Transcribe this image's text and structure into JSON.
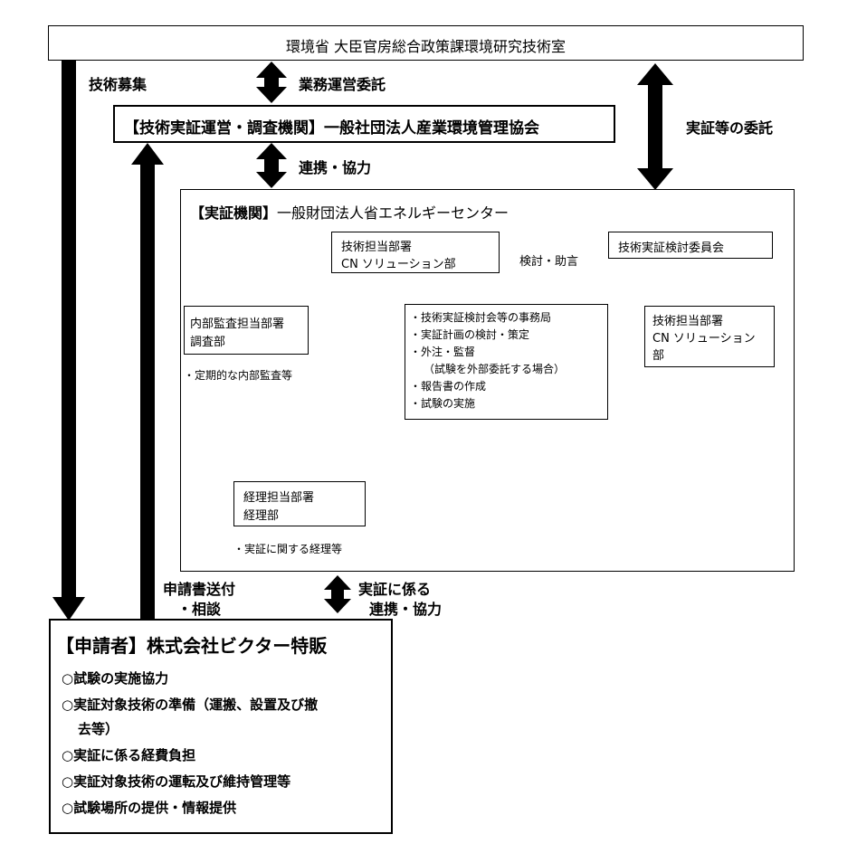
{
  "ministry": {
    "label": "環境省 大臣官房総合政策課環境研究技術室"
  },
  "connectors": {
    "tech_recruit": "技術募集",
    "business_commission": "業務運営委託",
    "demo_commission": "実証等の委託",
    "cooperation": "連携・協力",
    "review_advice": "検討・助言",
    "application_line1": "申請書送付",
    "application_line2": "・相談",
    "demo_coop_line1": "実証に係る",
    "demo_coop_line2": "連携・協力"
  },
  "operator": {
    "label": "【技術実証運営・調査機関】一般社団法人産業環境管理協会"
  },
  "institution": {
    "prefix": "【実証機関】",
    "name": "一般財団法人省エネルギーセンター",
    "tech_dept": {
      "line1": "技術担当部署",
      "line2": "CN ソリューション部"
    },
    "committee": {
      "label": "技術実証検討委員会"
    },
    "audit_dept": {
      "line1": "内部監査担当部署",
      "line2": "調査部",
      "note": "・定期的な内部監査等"
    },
    "duties": [
      "・技術実証検討会等の事務局",
      "・実証計画の検討・策定",
      "・外注・監督",
      "（試験を外部委託する場合）",
      "・報告書の作成",
      "・試験の実施"
    ],
    "tech_dept2": {
      "line1": "技術担当部署",
      "line2": "CN ソリューション",
      "line3": "部"
    },
    "accounting_dept": {
      "line1": "経理担当部署",
      "line2": "経理部",
      "note": "・実証に関する経理等"
    }
  },
  "applicant": {
    "prefix": "【申請者】",
    "name": "株式会社ビクター特販",
    "items": [
      "○試験の実施協力",
      "○実証対象技術の準備（運搬、設置及び撤",
      "去等）",
      "○実証に係る経費負担",
      "○実証対象技術の運転及び維持管理等",
      "○試験場所の提供・情報提供"
    ]
  }
}
